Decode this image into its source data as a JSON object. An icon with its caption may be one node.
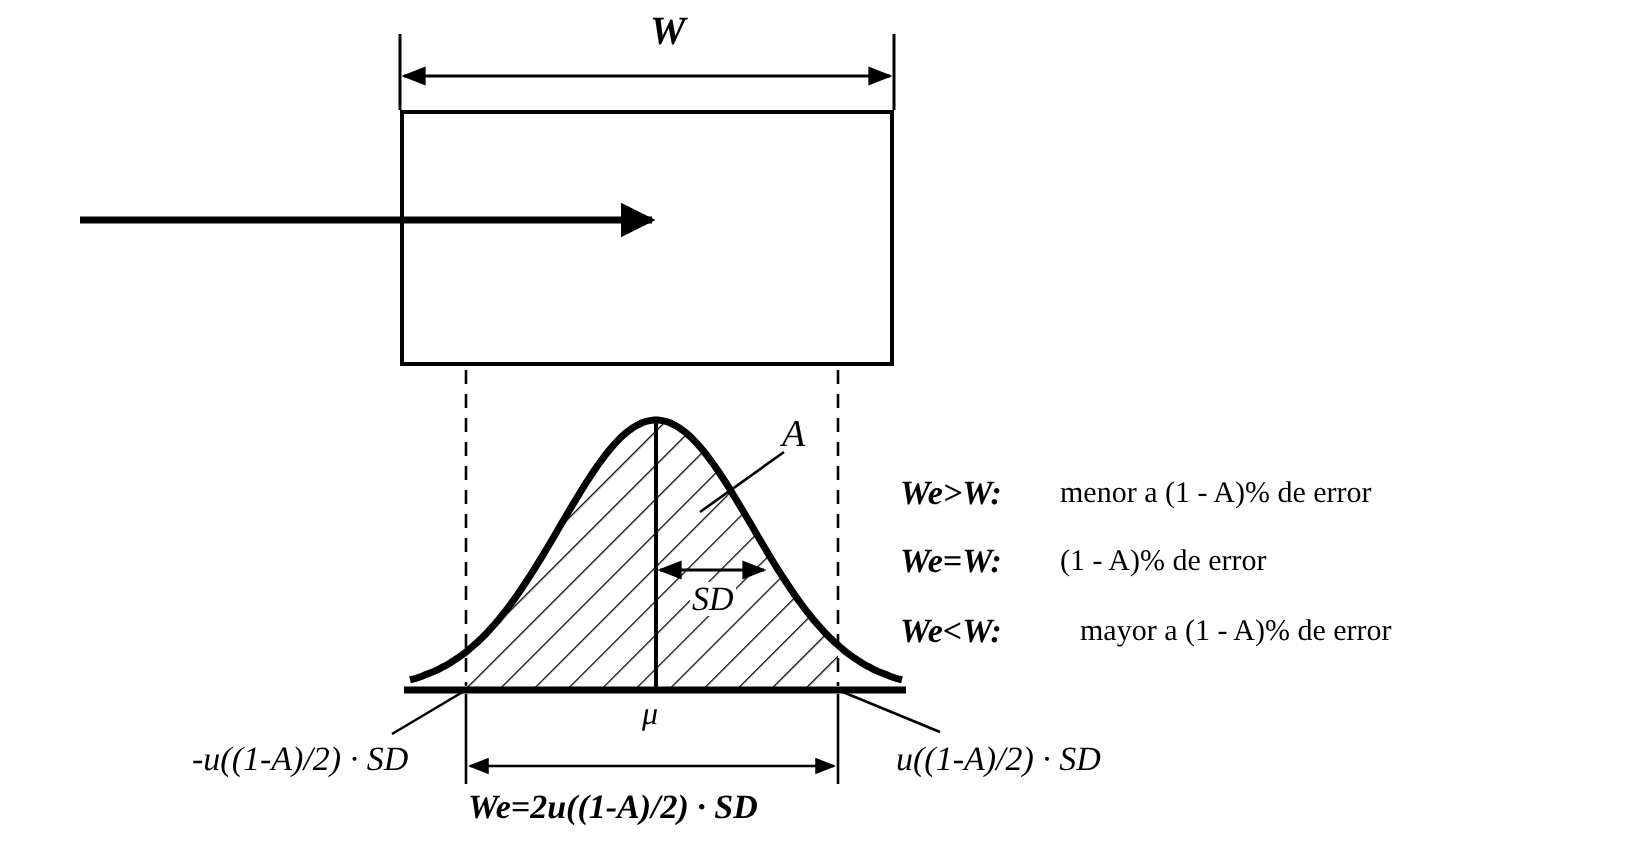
{
  "diagram": {
    "nodes": [
      {
        "text": [],
        "shape": "box"
      },
      {
        "text": [],
        "shape": "picture",
        "beside": [
          "μ"
        ]
      },
      {
        "text": [
          "A"
        ],
        "in": 1
      },
      {
        "text": [
          "-u((1-A)/2) · SD"
        ]
      },
      {
        "text": [
          "u((1-A)/2) · SD"
        ]
      }
    ],
    "edges": [
      {
        "from": null,
        "to": 0,
        "arrow": "to",
        "style": "thick"
      },
      {
        "from": 2,
        "to": 1,
        "arrow": "none"
      },
      {
        "from": 3,
        "to": 1,
        "arrow": "none"
      },
      {
        "from": 4,
        "to": 1,
        "arrow": "none"
      },
      {
        "from": 0,
        "to": 1,
        "arrow": "none",
        "style": "dashed"
      },
      {
        "from": 0,
        "to": 1,
        "arrow": "none",
        "style": "dashed"
      }
    ],
    "labels": [
      "W",
      "SD",
      "We=2u((1-A)/2) · SD",
      "We>W:",
      "menor a (1 - A)% de error",
      "We=W:",
      "(1 - A)% de error",
      "We<W:",
      "mayor a (1 - A)% de error"
    ]
  }
}
